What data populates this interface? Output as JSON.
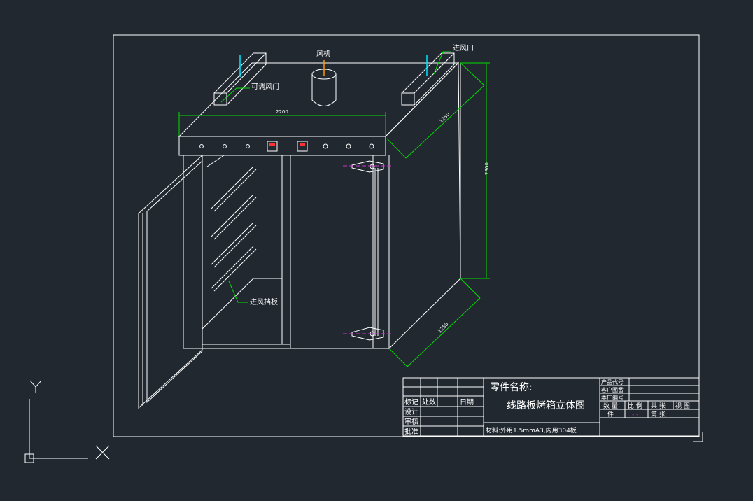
{
  "colors": {
    "background": "#212830",
    "line": "#ffffff",
    "dimension": "#00dd00",
    "leader": "#00dd00",
    "cyan": "#00e5ff",
    "orange": "#ff9900",
    "magenta": "#cc33cc",
    "red": "#ff3333"
  },
  "labels": {
    "fan": "风机",
    "air_inlet": "进风口",
    "adjustable_damper": "可调风门",
    "inlet_baffle": "进风挡板"
  },
  "dimensions": {
    "width": "2200",
    "depth_top": "1250",
    "height": "2300",
    "depth_bottom": "1250"
  },
  "title_block": {
    "part_name_label": "零件名称:",
    "drawing_title": "线路板烤箱立体图",
    "revision_cols": [
      "标记",
      "处数",
      "",
      "日期"
    ],
    "rows": [
      "设计",
      "审核",
      "批准"
    ],
    "material": "材料:外用1.5mmA3,内用304板",
    "info_rows": [
      "产品代号",
      "客户图番",
      "本厂编号"
    ],
    "sheet_headers": [
      "数 量",
      "比 例",
      "共 张",
      "视 图"
    ],
    "sheet_row": [
      "件",
      "",
      "第 张"
    ],
    "scale_value": "- -"
  },
  "ucs": {
    "y_label": "Y",
    "x_label": "X"
  }
}
